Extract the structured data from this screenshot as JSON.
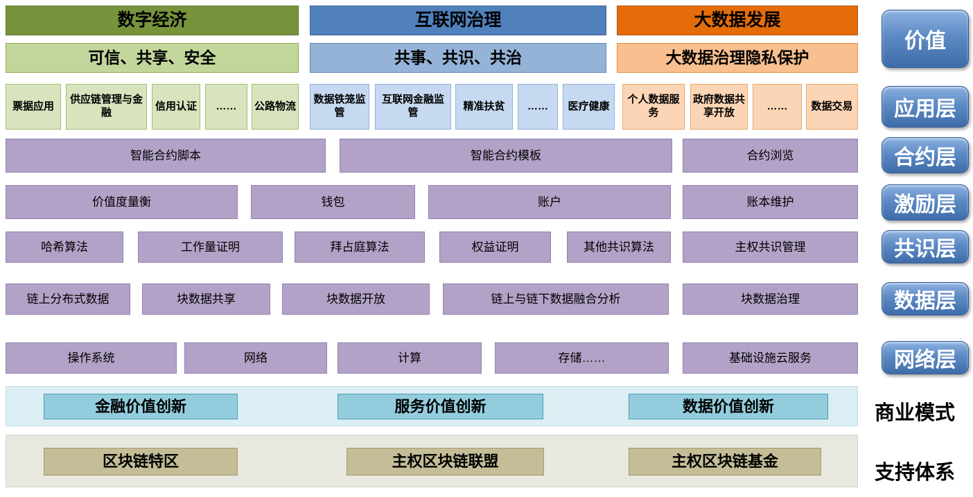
{
  "top_columns": [
    {
      "title": "数字经济",
      "subtitle": "可信、共享、安全",
      "items": [
        "票据应用",
        "供应链管理与金融",
        "信用认证",
        "……",
        "公路物流"
      ]
    },
    {
      "title": "互联网治理",
      "subtitle": "共事、共识、共治",
      "items": [
        "数据铁笼监管",
        "互联网金融监管",
        "精准扶贫",
        "……",
        "医疗健康"
      ]
    },
    {
      "title": "大数据发展",
      "subtitle": "大数据治理隐私保护",
      "items": [
        "个人数据服务",
        "政府数据共享开放",
        "……",
        "数据交易"
      ]
    }
  ],
  "layers": {
    "contract": [
      "智能合约脚本",
      "智能合约模板",
      "合约浏览"
    ],
    "incentive": [
      "价值度量衡",
      "钱包",
      "账户",
      "账本维护"
    ],
    "consensus": [
      "哈希算法",
      "工作量证明",
      "拜占庭算法",
      "权益证明",
      "其他共识算法",
      "主权共识管理"
    ],
    "data": [
      "链上分布式数据",
      "块数据共享",
      "块数据开放",
      "链上与链下数据融合分析",
      "块数据治理"
    ],
    "network": [
      "操作系统",
      "网络",
      "计算",
      "存储……",
      "基础设施云服务"
    ]
  },
  "sidebar": {
    "buttons": [
      "价值",
      "应用层",
      "合约层",
      "激励层",
      "共识层",
      "数据层",
      "网络层"
    ],
    "labels": [
      "商业模式",
      "支持体系"
    ]
  },
  "business": [
    "金融价值创新",
    "服务价值创新",
    "数据价值创新"
  ],
  "support": [
    "区块链特区",
    "主权区块链联盟",
    "主权区块链基金"
  ],
  "colors": {
    "digital_economy_header": "#77933c",
    "internet_governance_header": "#5081bd",
    "big_data_header": "#e46c0a",
    "digital_economy_sub": "#c2d69b",
    "internet_governance_sub": "#95b3d7",
    "big_data_sub": "#fabf8f",
    "layer_box": "#b3a2c7",
    "sidebar_button": "#4f81bd",
    "business_band": "#dbeef3",
    "business_box": "#93cddd",
    "support_band": "#e9e8e0",
    "support_box": "#c4bd97"
  }
}
